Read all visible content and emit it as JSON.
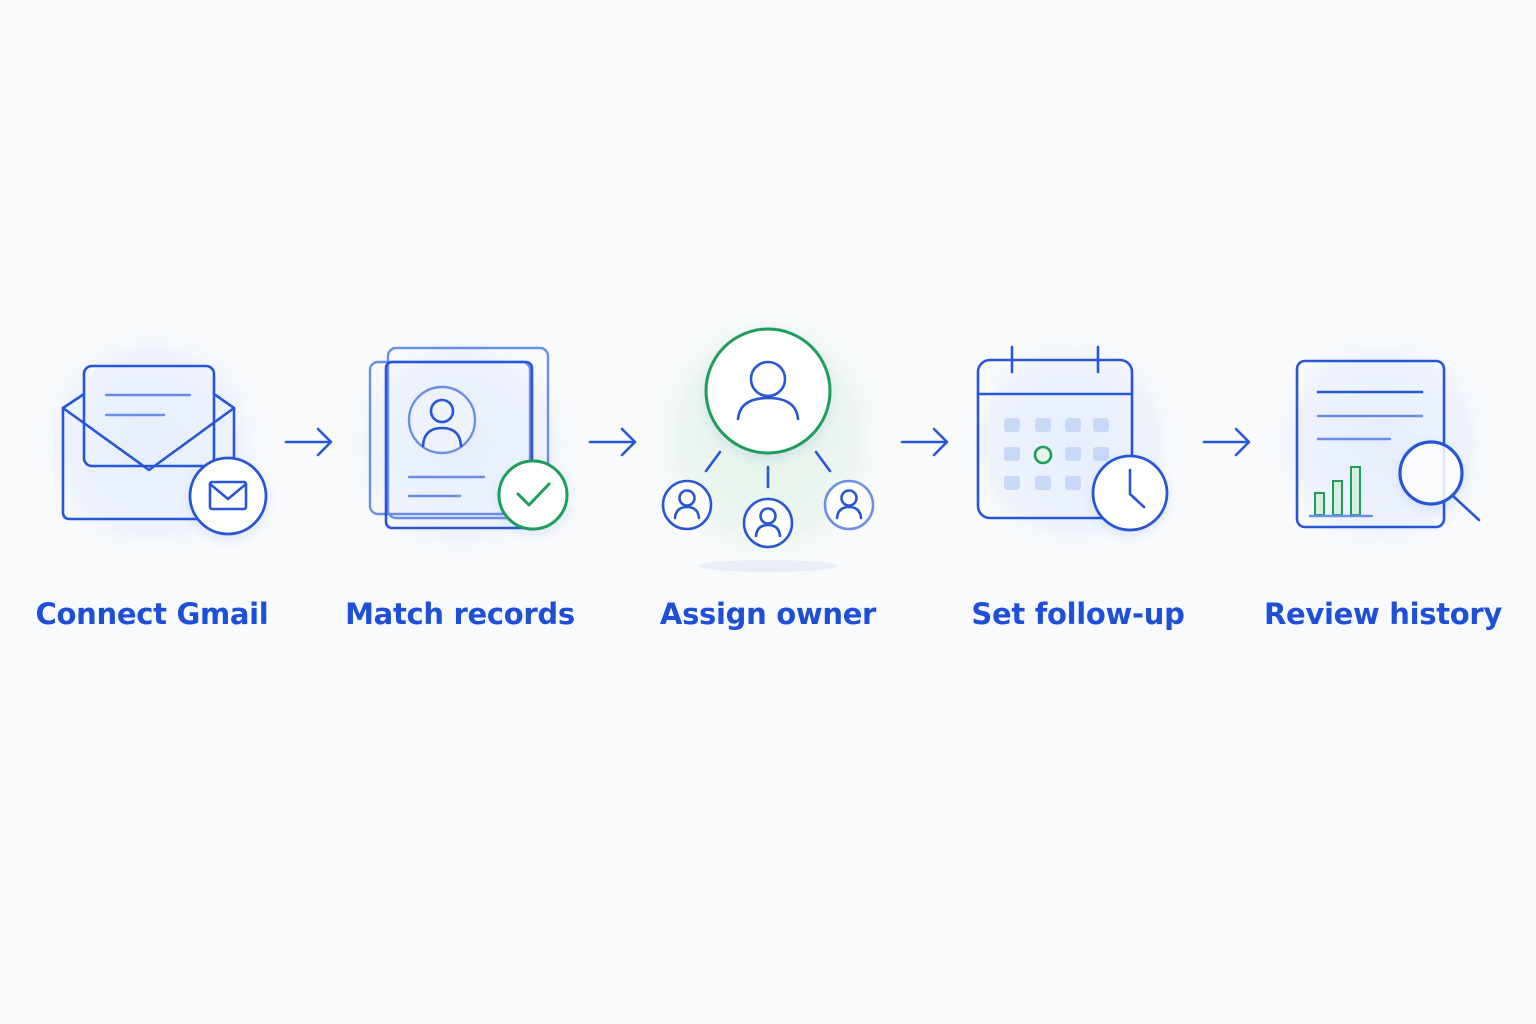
{
  "steps": [
    {
      "label": "Connect Gmail",
      "icon": "envelope-gmail-icon"
    },
    {
      "label": "Match records",
      "icon": "contact-record-check-icon"
    },
    {
      "label": "Assign owner",
      "icon": "owner-assignment-icon"
    },
    {
      "label": "Set follow-up",
      "icon": "calendar-clock-icon"
    },
    {
      "label": "Review history",
      "icon": "report-search-icon"
    }
  ],
  "arrows": [
    "arrow-right-icon",
    "arrow-right-icon",
    "arrow-right-icon",
    "arrow-right-icon"
  ],
  "colors": {
    "primary_blue": "#2756d6",
    "label_blue": "#1d4fd8",
    "accent_green": "#1f9d5c",
    "background": "#f8fafc",
    "halo_blue": "#e9f0fc",
    "halo_green": "#e8f4ec"
  }
}
